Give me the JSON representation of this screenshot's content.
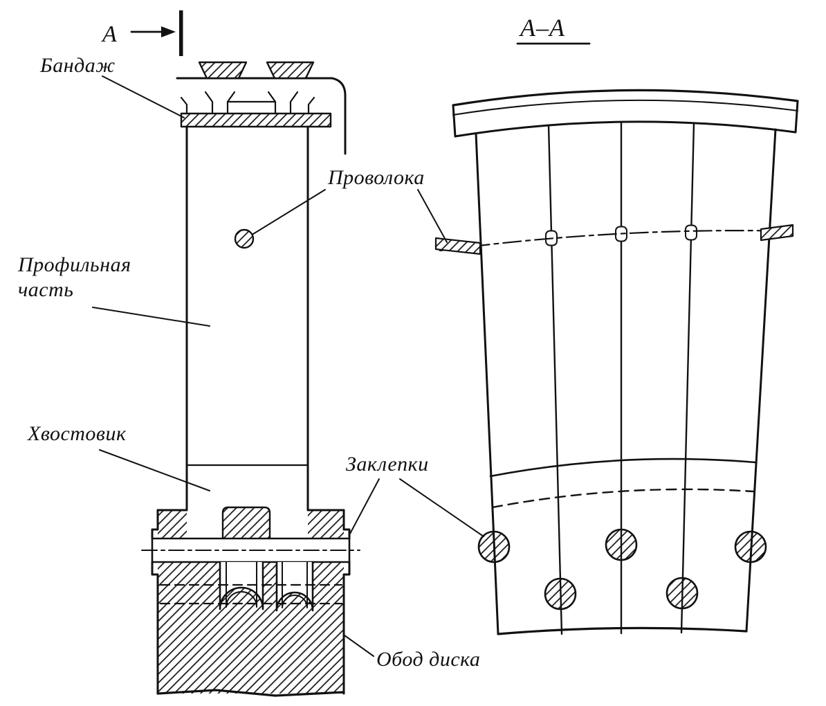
{
  "figure": {
    "section_marker": "А",
    "section_title": "А–А",
    "labels": {
      "shroud": "Бандаж",
      "wire": "Проволока",
      "profile_line1": "Профильная",
      "profile_line2": "часть",
      "shank": "Хвостовик",
      "rivets": "Заклепки",
      "disk_rim": "Обод диска"
    },
    "colors": {
      "ink": "#111111",
      "background": "#ffffff"
    }
  }
}
